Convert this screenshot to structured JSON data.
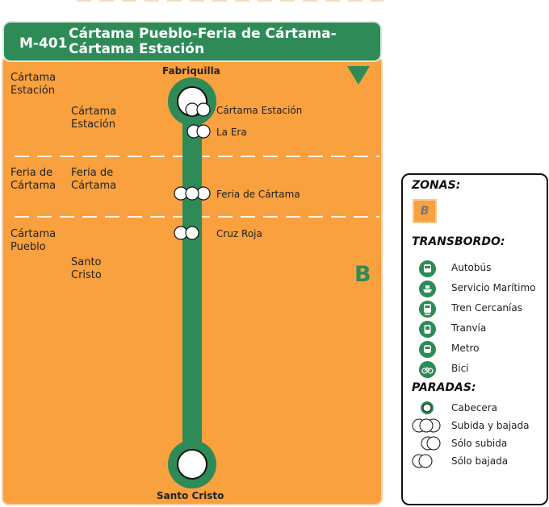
{
  "route": {
    "code": "M-401",
    "title": "Cártama Pueblo-Feria de Cártama-Cártama Estación"
  },
  "zones_left": [
    {
      "name": "Cártama Estación"
    },
    {
      "name": "Feria de Cártama"
    },
    {
      "name": "Cártama Pueblo"
    }
  ],
  "zones_mid": [
    {
      "name": "Cártama Estación"
    },
    {
      "name": "Feria de Cártama"
    },
    {
      "name": "Santo Cristo"
    }
  ],
  "terminals": {
    "top": "Fabriquilla",
    "bottom": "Santo Cristo"
  },
  "stops": [
    {
      "name": "Cártama Estación",
      "type": "subida y bajada"
    },
    {
      "name": "La Era",
      "type": "sólo subida"
    },
    {
      "name": "Feria de Cártama",
      "type": "subida y bajada"
    },
    {
      "name": "Cruz Roja",
      "type": "sólo bajada"
    }
  ],
  "zone_letter": "B",
  "legend": {
    "zonas_title": "ZONAS:",
    "zone_box": "B",
    "transbordo_title": "TRANSBORDO:",
    "transbordo": [
      {
        "label": "Autobús",
        "icon": "bus-icon"
      },
      {
        "label": "Servicio Marítimo",
        "icon": "boat-icon"
      },
      {
        "label": "Tren Cercanías",
        "icon": "train-icon"
      },
      {
        "label": "Tranvía",
        "icon": "tram-icon"
      },
      {
        "label": "Metro",
        "icon": "metro-icon"
      },
      {
        "label": "Bici",
        "icon": "bike-icon"
      }
    ],
    "paradas_title": "PARADAS:",
    "paradas": [
      {
        "label": "Cabecera"
      },
      {
        "label": "Subida y bajada"
      },
      {
        "label": "Sólo subida"
      },
      {
        "label": "Sólo bajada"
      }
    ]
  },
  "colors": {
    "green": "#2e8b57",
    "orange": "#f9a03f",
    "zone_box_border": "#f7c98f"
  }
}
